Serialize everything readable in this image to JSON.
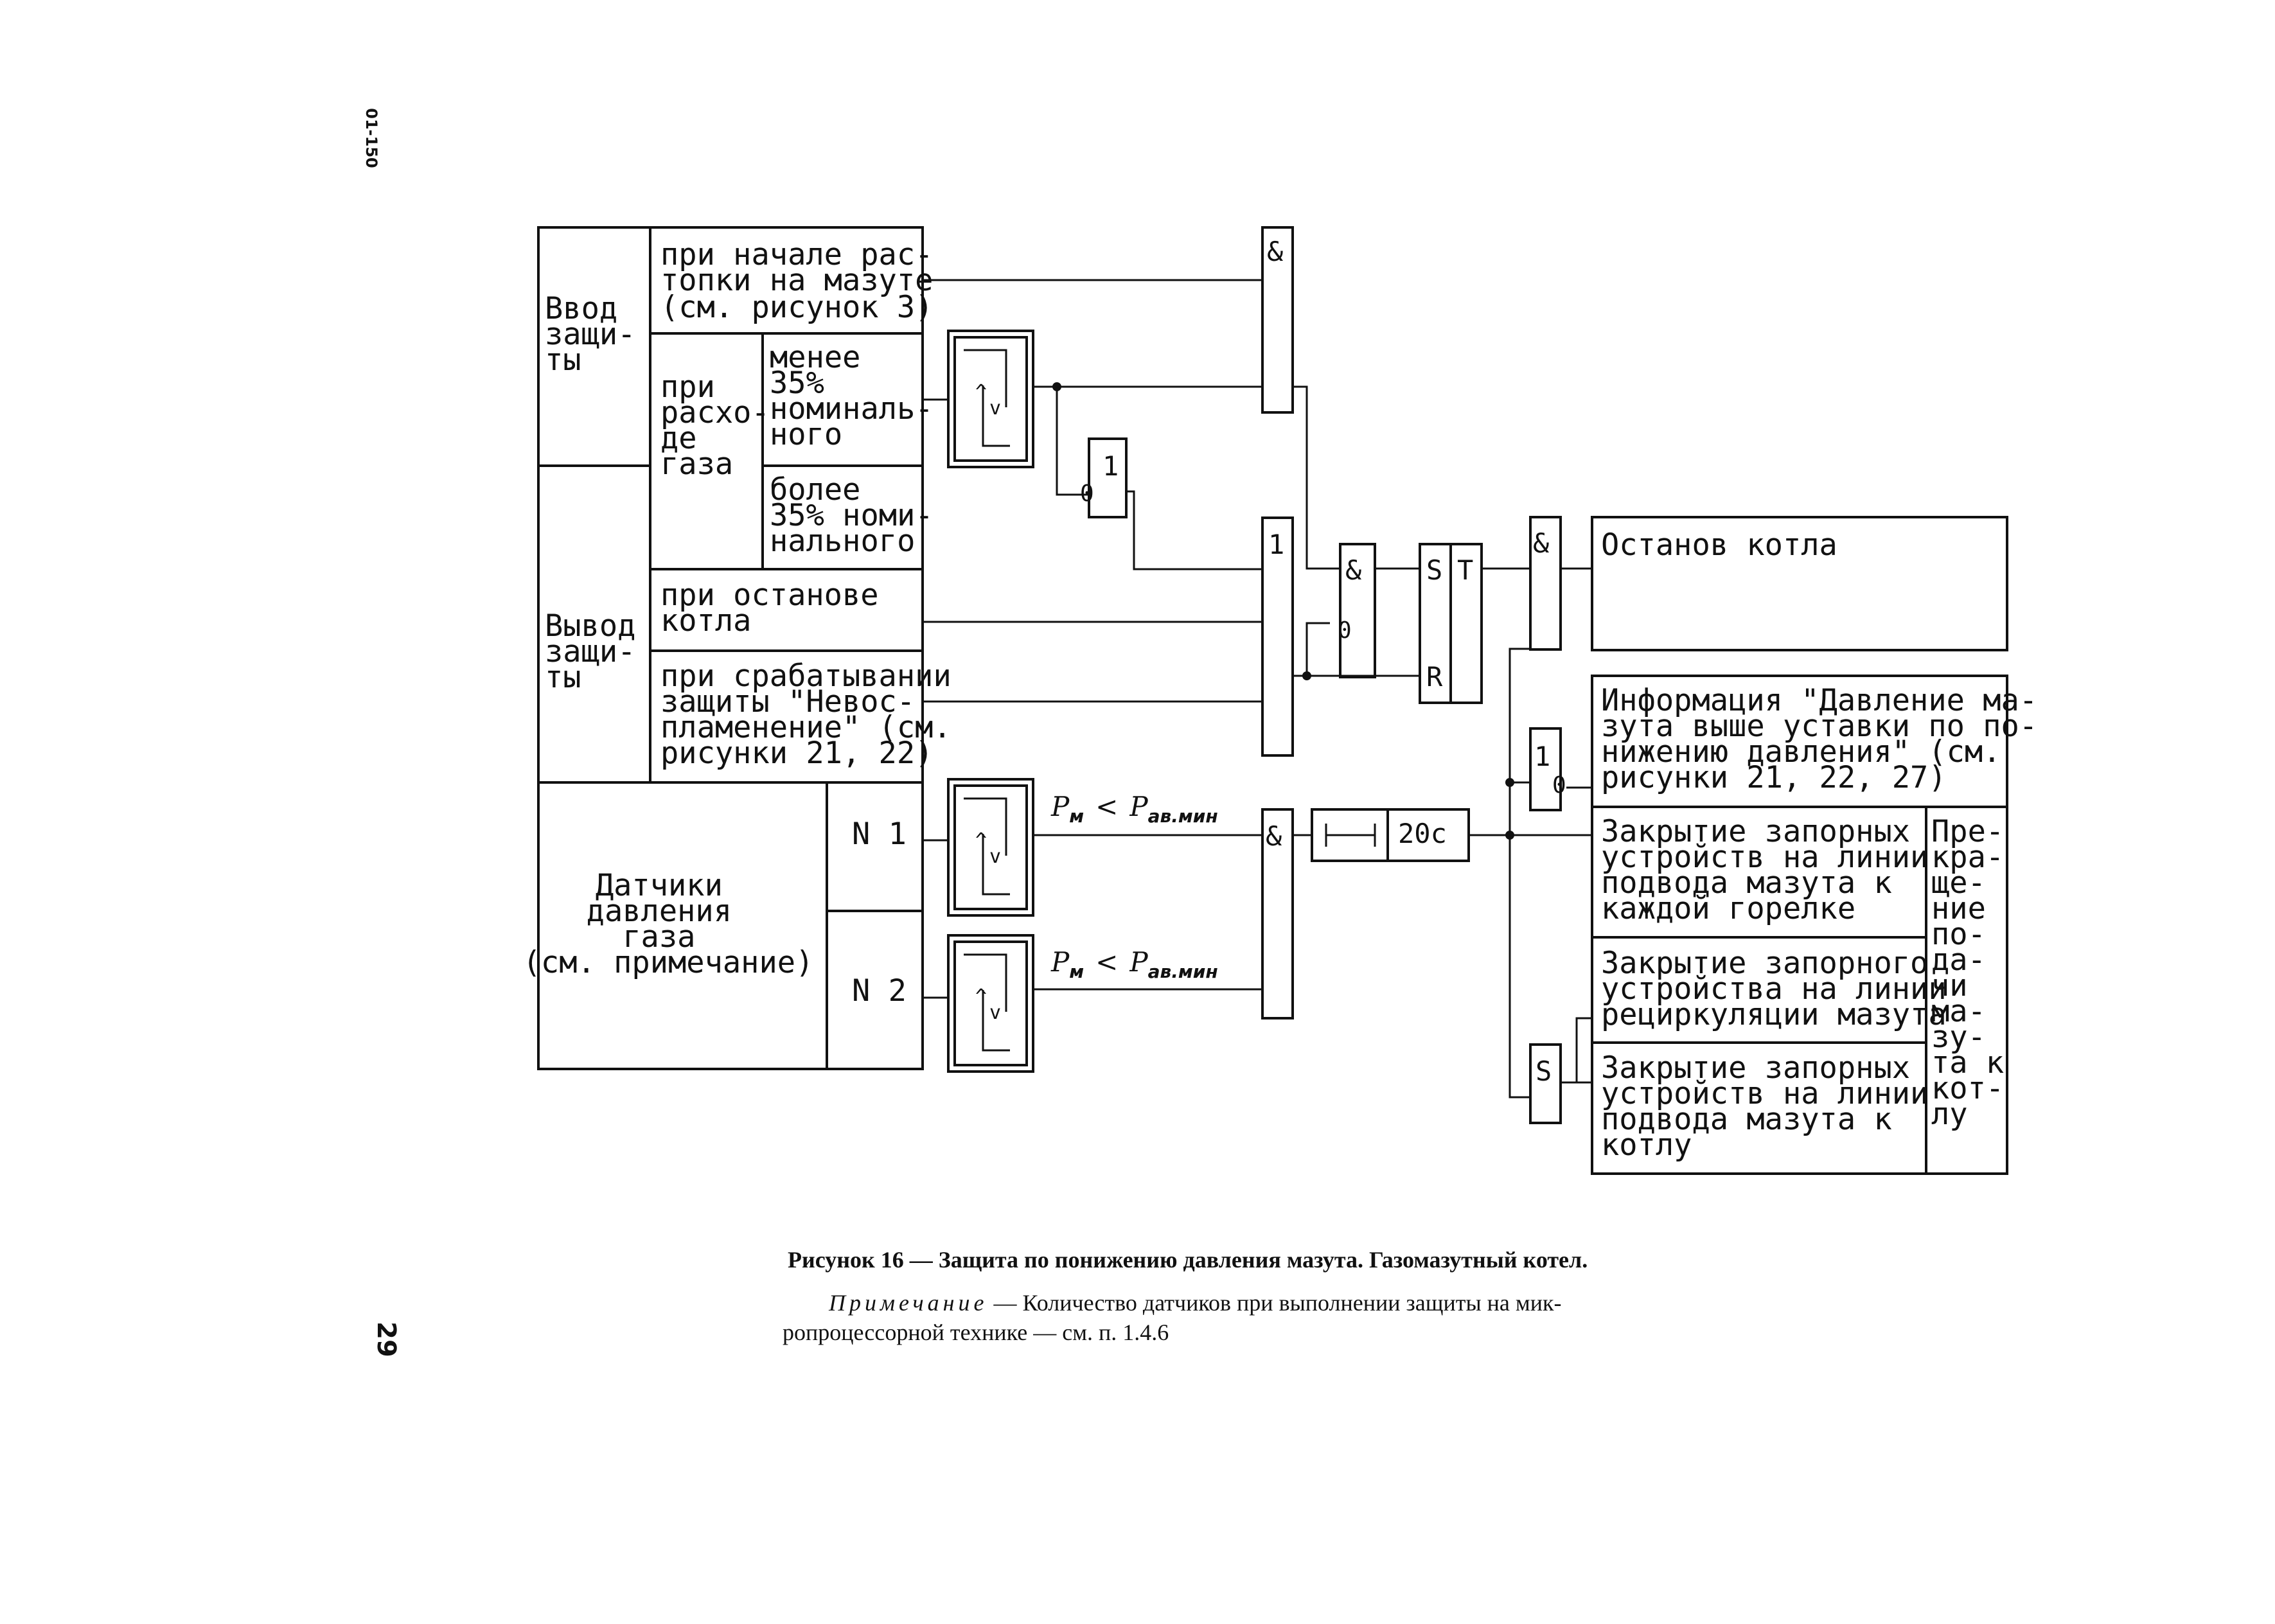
{
  "page": {
    "side_mark": "01-150",
    "page_number": "29"
  },
  "inputs": {
    "enable_label": [
      "Ввод",
      "защи-",
      "ты"
    ],
    "disable_label": [
      "Вывод",
      "защи-",
      "ты"
    ],
    "start_fuel": [
      "при начале рас-",
      "топки на мазуте",
      "(см. рисунок 3)"
    ],
    "gas_flow_label": [
      "при",
      "расхо-",
      "де",
      "газа"
    ],
    "less_35": [
      "менее",
      "35%",
      "номиналь-",
      "ного"
    ],
    "more_35": [
      "более",
      "35% номи-",
      "нального"
    ],
    "on_stop": [
      "при останове",
      "котла"
    ],
    "on_flameout": [
      "при срабатывании",
      "защиты \"Невос-",
      "пламенение\" (см.",
      "рисунки 21, 22)"
    ],
    "sensors": [
      "Датчики",
      "давления",
      "газа",
      "(см. примечание)"
    ],
    "sensor_1": "N 1",
    "sensor_2": "N 2"
  },
  "logic": {
    "and": "&",
    "or": "1",
    "not_input": "0",
    "not_output": "0",
    "set": "S",
    "reset": "R",
    "trigger": "T",
    "comparator_up": "^",
    "comparator_down": "v",
    "delay": "20с",
    "condition_lhs": "P",
    "condition_lhs_sub": "м",
    "condition_op": "<",
    "condition_rhs": "P",
    "condition_rhs_sub": "ав.мин"
  },
  "outputs": {
    "boiler_stop": "Останов котла",
    "info": [
      "Информация \"Давление ма-",
      "зута выше уставки по по-",
      "нижению давления\" (см.",
      "рисунки 21, 22, 27)"
    ],
    "burner_valves": [
      "Закрытие запорных",
      "устройств на линии",
      "подвода мазута к",
      "каждой горелке"
    ],
    "recirc_valve": [
      "Закрытие запорного",
      "устройства на линии",
      "рециркуляции мазута"
    ],
    "boiler_valves": [
      "Закрытие запорных",
      "устройств на линии",
      "подвода мазута к",
      "котлу"
    ],
    "stop_supply": [
      "Пре-",
      "кра-",
      "ще-",
      "ние",
      "по-",
      "да-",
      "чи",
      "ма-",
      "зу-",
      "та к",
      "кот-",
      "лу"
    ]
  },
  "caption": {
    "title": "Рисунок 16 — Защита по понижению давления мазута. Газомазутный котел.",
    "note_label": "Примечание",
    "note_line1": " — Количество датчиков при выполнении защиты на мик-",
    "note_line2": "ропроцессорной технике — см. п. 1.4.6"
  }
}
